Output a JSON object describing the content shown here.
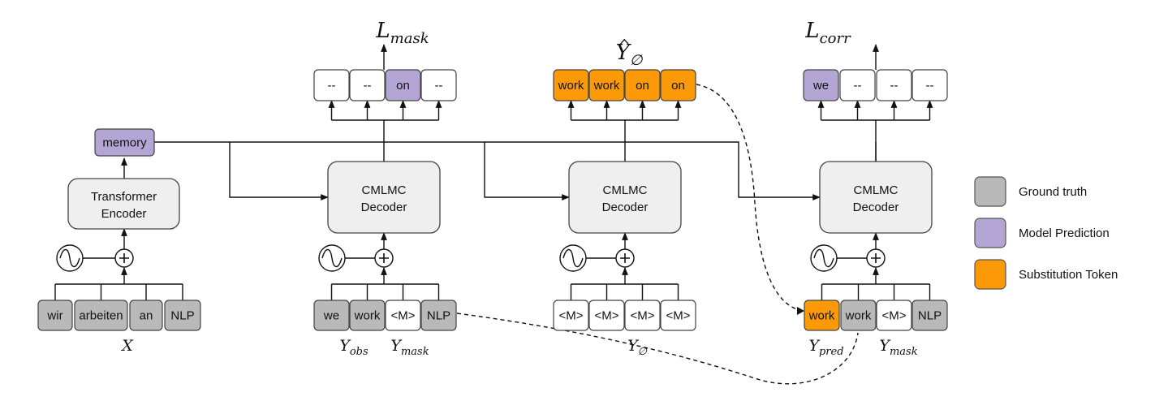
{
  "colors": {
    "ground_truth": "#b9b9b9",
    "model_prediction": "#b3a6d5",
    "substitution": "#fb9a06",
    "empty": "#ffffff",
    "block": "#efefef"
  },
  "encoder": {
    "label_line1": "Transformer",
    "label_line2": "Encoder",
    "memory_label": "memory",
    "input_tokens": [
      "wir",
      "arbeiten",
      "an",
      "NLP"
    ],
    "input_label": "X"
  },
  "decoders": [
    {
      "label_line1": "CMLMC",
      "label_line2": "Decoder",
      "outputs": [
        "--",
        "--",
        "on",
        "--"
      ],
      "output_types": [
        "empty",
        "empty",
        "model_prediction",
        "empty"
      ],
      "output_label": {
        "base": "L",
        "sub": "mask",
        "hat": false
      },
      "inputs": [
        "we",
        "work",
        "<M>",
        "NLP"
      ],
      "input_types": [
        "ground_truth",
        "ground_truth",
        "empty",
        "ground_truth"
      ],
      "input_labels": [
        {
          "base": "Y",
          "sub": "obs"
        },
        {
          "base": "Y",
          "sub": "mask"
        }
      ]
    },
    {
      "label_line1": "CMLMC",
      "label_line2": "Decoder",
      "outputs": [
        "work",
        "work",
        "on",
        "on"
      ],
      "output_types": [
        "substitution",
        "substitution",
        "substitution",
        "substitution"
      ],
      "output_label": {
        "base": "Y",
        "sub": "∅",
        "hat": true
      },
      "inputs": [
        "<M>",
        "<M>",
        "<M>",
        "<M>"
      ],
      "input_types": [
        "empty",
        "empty",
        "empty",
        "empty"
      ],
      "input_labels": [
        {
          "base": "Y",
          "sub": "∅"
        }
      ]
    },
    {
      "label_line1": "CMLMC",
      "label_line2": "Decoder",
      "outputs": [
        "we",
        "--",
        "--",
        "--"
      ],
      "output_types": [
        "model_prediction",
        "empty",
        "empty",
        "empty"
      ],
      "output_label": {
        "base": "L",
        "sub": "corr",
        "hat": false
      },
      "inputs": [
        "work",
        "work",
        "<M>",
        "NLP"
      ],
      "input_types": [
        "substitution",
        "ground_truth",
        "empty",
        "ground_truth"
      ],
      "input_labels": [
        {
          "base": "Y",
          "sub": "pred"
        },
        {
          "base": "Y",
          "sub": "mask"
        }
      ]
    }
  ],
  "legend": [
    {
      "label": "Ground truth",
      "type": "ground_truth"
    },
    {
      "label": "Model Prediction",
      "type": "model_prediction"
    },
    {
      "label": "Substitution Token",
      "type": "substitution"
    }
  ]
}
